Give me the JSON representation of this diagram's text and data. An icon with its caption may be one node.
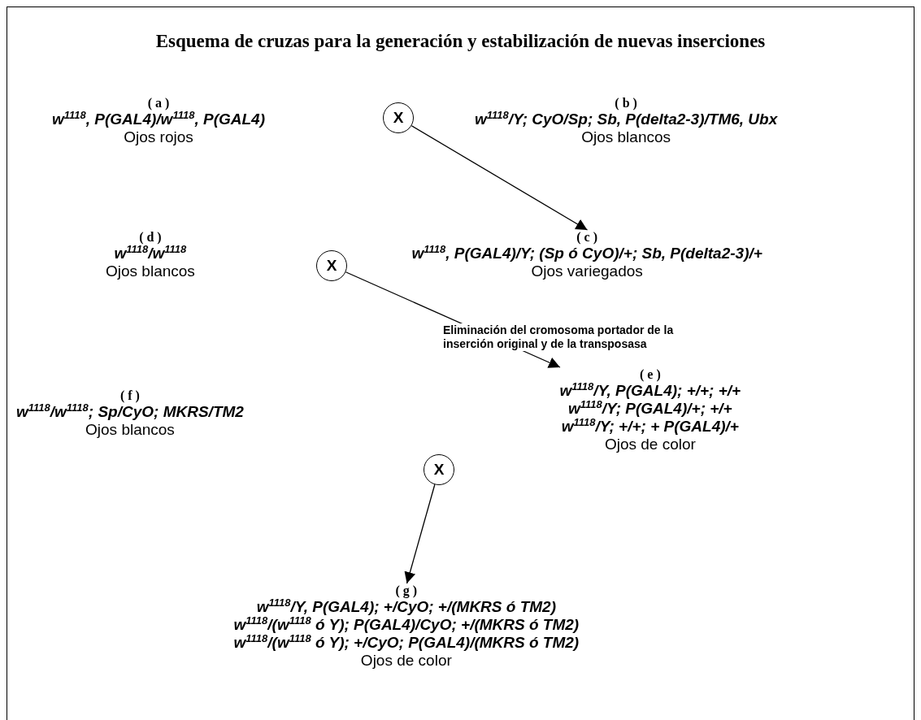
{
  "diagram": {
    "title": "Esquema de cruzas para la generación y estabilización de nuevas inserciones",
    "nodes": [
      {
        "text": [
          "( a )",
          "w$^{1118}$, P(GAL4)/w$^{1118}$, P(GAL4)",
          "Ojos rojos"
        ]
      },
      {
        "text": [
          "X"
        ]
      },
      {
        "text": [
          "( b )",
          "w$^{1118}$/Y; CyO/Sp; Sb, P(delta2-3)/TM6, Ubx",
          "Ojos blancos"
        ]
      },
      {
        "text": [
          "( d )",
          "w$^{1118}$/w$^{1118}$",
          "Ojos blancos"
        ]
      },
      {
        "text": [
          "X"
        ]
      },
      {
        "text": [
          "( c )",
          "w$^{1118}$, P(GAL4)/Y; (Sp ó CyO)/+; Sb, P(delta2-3)/+",
          "Ojos variegados"
        ]
      },
      {
        "text": [
          "( f )",
          "w$^{1118}$/w$^{1118}$; Sp/CyO; MKRS/TM2",
          "Ojos blancos"
        ]
      },
      {
        "text": [
          "X"
        ]
      },
      {
        "text": [
          "( e )",
          "w$^{1118}$/Y, P(GAL4); +/+; +/+",
          "w$^{1118}$/Y; P(GAL4)/+; +/+",
          "w$^{1118}$/Y; +/+; + P(GAL4)/+",
          "Ojos de color"
        ]
      },
      {
        "text": [
          "( g )",
          "w$^{1118}$/Y, P(GAL4); +/CyO; +/(MKRS ó TM2)",
          "w$^{1118}$/(w$^{1118}$ ó Y); P(GAL4)/CyO; +/(MKRS ó TM2)",
          "w$^{1118}$/(w$^{1118}$ ó Y); +/CyO; P(GAL4)/(MKRS ó TM2)",
          "Ojos de color"
        ]
      }
    ],
    "edges": [
      {
        "from": 1,
        "to": 5,
        "arrow": "to"
      },
      {
        "from": 4,
        "to": 8,
        "arrow": "to",
        "label": "Eliminación del cromosoma portador de la inserción original y de la transposasa"
      },
      {
        "from": 7,
        "to": 9,
        "arrow": "to"
      }
    ]
  }
}
